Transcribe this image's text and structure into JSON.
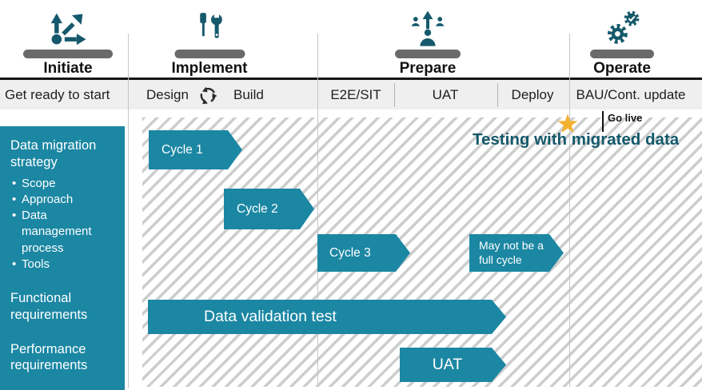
{
  "phases": [
    {
      "label": "Initiate",
      "icon": "branch-arrows-icon"
    },
    {
      "label": "Implement",
      "icon": "tools-icon"
    },
    {
      "label": "Prepare",
      "icon": "people-arrow-icon"
    },
    {
      "label": "Operate",
      "icon": "gears-check-icon"
    }
  ],
  "band": {
    "initiate": "Get ready to start",
    "design": "Design",
    "build": "Build",
    "e2e_sit": "E2E/SIT",
    "uat": "UAT",
    "deploy": "Deploy",
    "bau": "BAU/Cont. update"
  },
  "sidebar": {
    "strategy_title": "Data migration strategy",
    "strategy_items": [
      "Scope",
      "Approach",
      "Data management process",
      "Tools"
    ],
    "functional": "Functional requirements",
    "performance": "Performance requirements"
  },
  "timeline": {
    "annotation": "Testing with migrated data",
    "go_live": "Go live",
    "bars": [
      {
        "label": "Cycle 1"
      },
      {
        "label": "Cycle 2"
      },
      {
        "label": "Cycle 3"
      },
      {
        "label": "May not be a full cycle"
      },
      {
        "label": "Data validation test"
      },
      {
        "label": "UAT"
      }
    ]
  },
  "colors": {
    "teal": "#1b87a3",
    "dark_teal": "#16596c",
    "annotation_text": "#14586a",
    "star_gold": "#f2b12f",
    "pedestal_gray": "#6a6a6a",
    "band_bg": "#efefef",
    "hatch_stripe": "#cdcdcd"
  }
}
